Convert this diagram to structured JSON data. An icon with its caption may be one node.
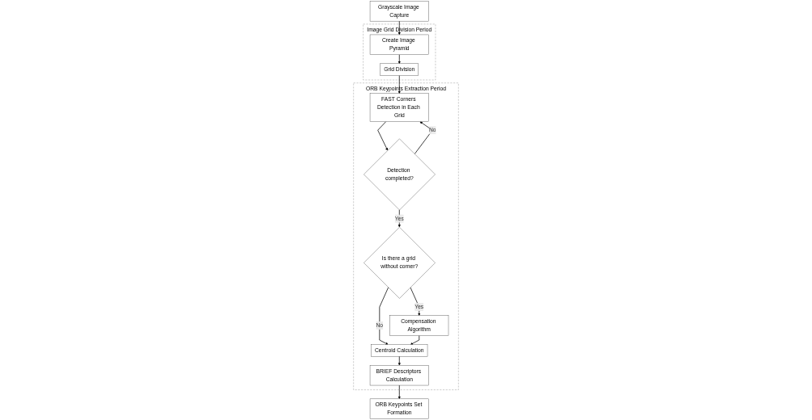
{
  "diagram": {
    "nodes": [
      {
        "text": [
          "Grayscale Image Capture"
        ]
      },
      {
        "text": [
          "Image Grid Division Period"
        ]
      },
      {
        "text": [
          "Create Image Pyramid"
        ],
        "in": 1
      },
      {
        "text": [
          "Grid Division"
        ],
        "in": 1
      },
      {
        "text": [
          "ORB Keypoints Extraction Period"
        ]
      },
      {
        "text": [
          "FAST Corners Detection in Each Grid"
        ],
        "in": 4
      },
      {
        "text": [
          "Detection completed?"
        ],
        "in": 4
      },
      {
        "text": [
          "Is there a grid without corner?"
        ],
        "in": 4
      },
      {
        "text": [
          "Compensation Algorithm"
        ],
        "in": 4
      },
      {
        "text": [
          "Centroid Calculation"
        ],
        "in": 4
      },
      {
        "text": [
          "BRIEF Descriptors Calculation"
        ],
        "in": 4
      },
      {
        "text": [
          "ORB Keypoints Set Formation"
        ]
      }
    ],
    "edges": [
      {
        "from": 0,
        "to": 2,
        "arrow": "to"
      },
      {
        "from": 2,
        "to": 3,
        "arrow": "to"
      },
      {
        "from": 3,
        "to": 5,
        "arrow": "to"
      },
      {
        "from": 5,
        "to": 6,
        "arrow": "to"
      },
      {
        "from": 6,
        "to": 5,
        "arrow": "to",
        "label": "No"
      },
      {
        "from": 6,
        "to": 7,
        "arrow": "to",
        "label": "Yes"
      },
      {
        "from": 7,
        "to": 8,
        "arrow": "to",
        "label": "Yes"
      },
      {
        "from": 7,
        "to": 9,
        "arrow": "to",
        "label": "No"
      },
      {
        "from": 8,
        "to": 9,
        "arrow": "to"
      },
      {
        "from": 9,
        "to": 10,
        "arrow": "to"
      },
      {
        "from": 10,
        "to": 11,
        "arrow": "to"
      }
    ]
  }
}
